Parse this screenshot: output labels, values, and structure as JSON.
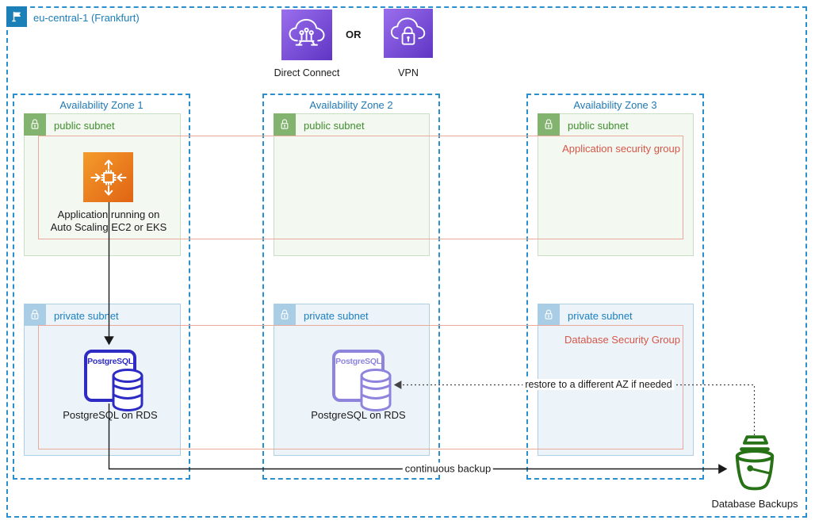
{
  "region": {
    "label": "eu-central-1 (Frankfurt)",
    "icon": "flag-icon",
    "border_color": "#2b8fcd",
    "label_color": "#1a7db8"
  },
  "connectivity": {
    "direct_connect": {
      "label": "Direct Connect",
      "icon": "direct-connect-cloud-icon"
    },
    "or_label": "OR",
    "vpn": {
      "label": "VPN",
      "icon": "vpn-cloud-lock-icon"
    },
    "icon_gradient": [
      "#9a6fed",
      "#5f35c4"
    ]
  },
  "availability_zones": [
    {
      "title": "Availability Zone 1"
    },
    {
      "title": "Availability Zone 2"
    },
    {
      "title": "Availability Zone 3"
    }
  ],
  "subnets": {
    "public_label": "public subnet",
    "private_label": "private subnet",
    "public_text_color": "#3f8e2e",
    "public_icon": "open-padlock-icon",
    "public_icon_bg": "#82b36f",
    "private_text_color": "#1b7fc0",
    "private_icon": "closed-padlock-icon",
    "private_icon_bg": "#a9cde4"
  },
  "security_groups": {
    "application": {
      "label": "Application security group"
    },
    "database": {
      "label": "Database Security Group"
    },
    "border_color": "#eba89d",
    "text_color": "#d65749"
  },
  "nodes": {
    "app": {
      "label_line1": "Application running on",
      "label_line2": "Auto Scaling EC2 or EKS",
      "icon": "ec2-auto-scaling-icon",
      "gradient": [
        "#f49b2b",
        "#e06414"
      ]
    },
    "rds_primary": {
      "logo_text": "PostgreSQL",
      "label": "PostgreSQL on RDS",
      "icon": "postgresql-database-icon",
      "color": "#2d2bc4"
    },
    "rds_standby": {
      "logo_text": "PostgreSQL",
      "label": "PostgreSQL on RDS",
      "icon": "postgresql-database-icon",
      "color": "#8e84de"
    },
    "backups": {
      "label": "Database Backups",
      "icon": "backup-bucket-icon",
      "color": "#277116"
    }
  },
  "flows": {
    "continuous_backup": "continuous backup",
    "restore": "restore to a different AZ if needed"
  }
}
